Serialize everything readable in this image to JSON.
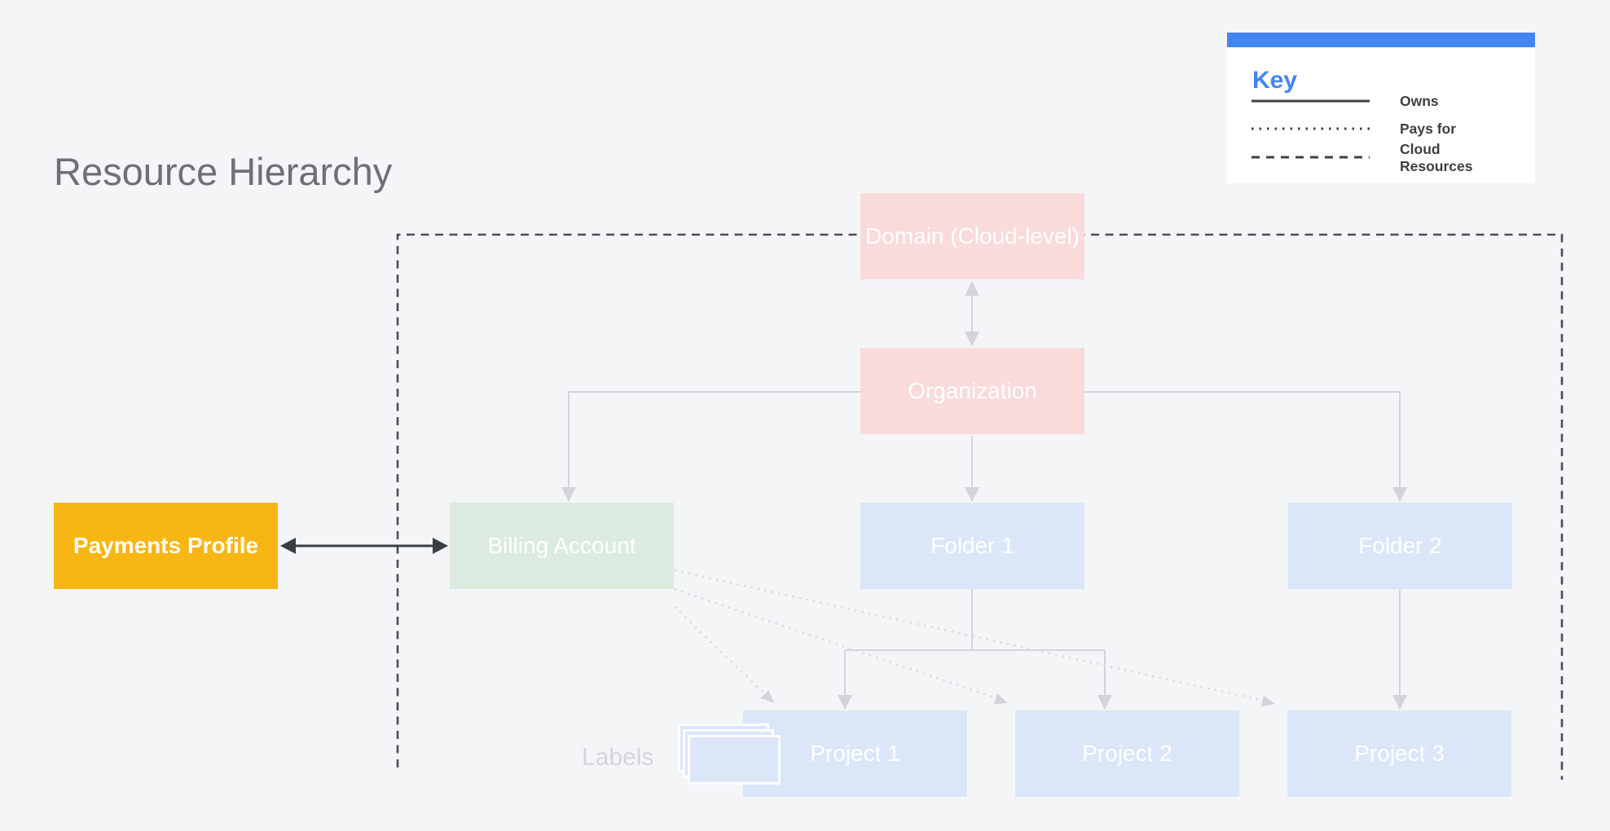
{
  "title": "Resource Hierarchy",
  "legend": {
    "heading": "Key",
    "items": [
      {
        "style": "solid",
        "label": "Owns"
      },
      {
        "style": "dotted",
        "label": "Pays for"
      },
      {
        "style": "dashed",
        "label": "Cloud Resources"
      }
    ]
  },
  "nodes": {
    "domain": {
      "label": "Domain (Cloud-level)",
      "color": "#f9dbdb"
    },
    "organization": {
      "label": "Organization",
      "color": "#f9dbdb"
    },
    "payments_profile": {
      "label": "Payments Profile",
      "color": "#f7b614"
    },
    "billing_account": {
      "label": "Billing Account",
      "color": "#dcebdf"
    },
    "folder1": {
      "label": "Folder 1",
      "color": "#dbe6f9"
    },
    "folder2": {
      "label": "Folder 2",
      "color": "#dbe6f9"
    },
    "project1": {
      "label": "Project 1",
      "color": "#dbe6f9"
    },
    "project2": {
      "label": "Project 2",
      "color": "#dbe6f9"
    },
    "project3": {
      "label": "Project 3",
      "color": "#dbe6f9"
    }
  },
  "labels_caption": "Labels",
  "diagram": {
    "boundary": {
      "type": "dashed",
      "meaning": "Cloud Resources",
      "contains": [
        "domain",
        "organization",
        "billing_account",
        "folder1",
        "folder2",
        "project1",
        "project2",
        "project3"
      ]
    },
    "edges": [
      {
        "from": "payments_profile",
        "to": "billing_account",
        "style": "solid-dark",
        "bidirectional": true
      },
      {
        "from": "domain",
        "to": "organization",
        "style": "owns",
        "bidirectional": true
      },
      {
        "from": "organization",
        "to": "billing_account",
        "style": "owns"
      },
      {
        "from": "organization",
        "to": "folder1",
        "style": "owns"
      },
      {
        "from": "organization",
        "to": "folder2",
        "style": "owns"
      },
      {
        "from": "folder1",
        "to": "project1",
        "style": "owns"
      },
      {
        "from": "folder1",
        "to": "project2",
        "style": "owns"
      },
      {
        "from": "folder2",
        "to": "project3",
        "style": "owns"
      },
      {
        "from": "billing_account",
        "to": "project1",
        "style": "pays-for"
      },
      {
        "from": "billing_account",
        "to": "project2",
        "style": "pays-for"
      },
      {
        "from": "billing_account",
        "to": "project3",
        "style": "pays-for"
      }
    ]
  },
  "colors": {
    "background": "#f4f5f7",
    "legend_accent_blue": "#4285f4",
    "legend_text": "#3c4043",
    "title_gray": "#6e7174",
    "pink_box": "#f9dbdb",
    "green_box": "#dcebdf",
    "blue_box": "#dbe6f9",
    "yellow_box": "#f7b614",
    "dashed_boundary": "#4b4e52",
    "light_connector": "#d2d4d8",
    "dark_arrow": "#3a3f44"
  }
}
